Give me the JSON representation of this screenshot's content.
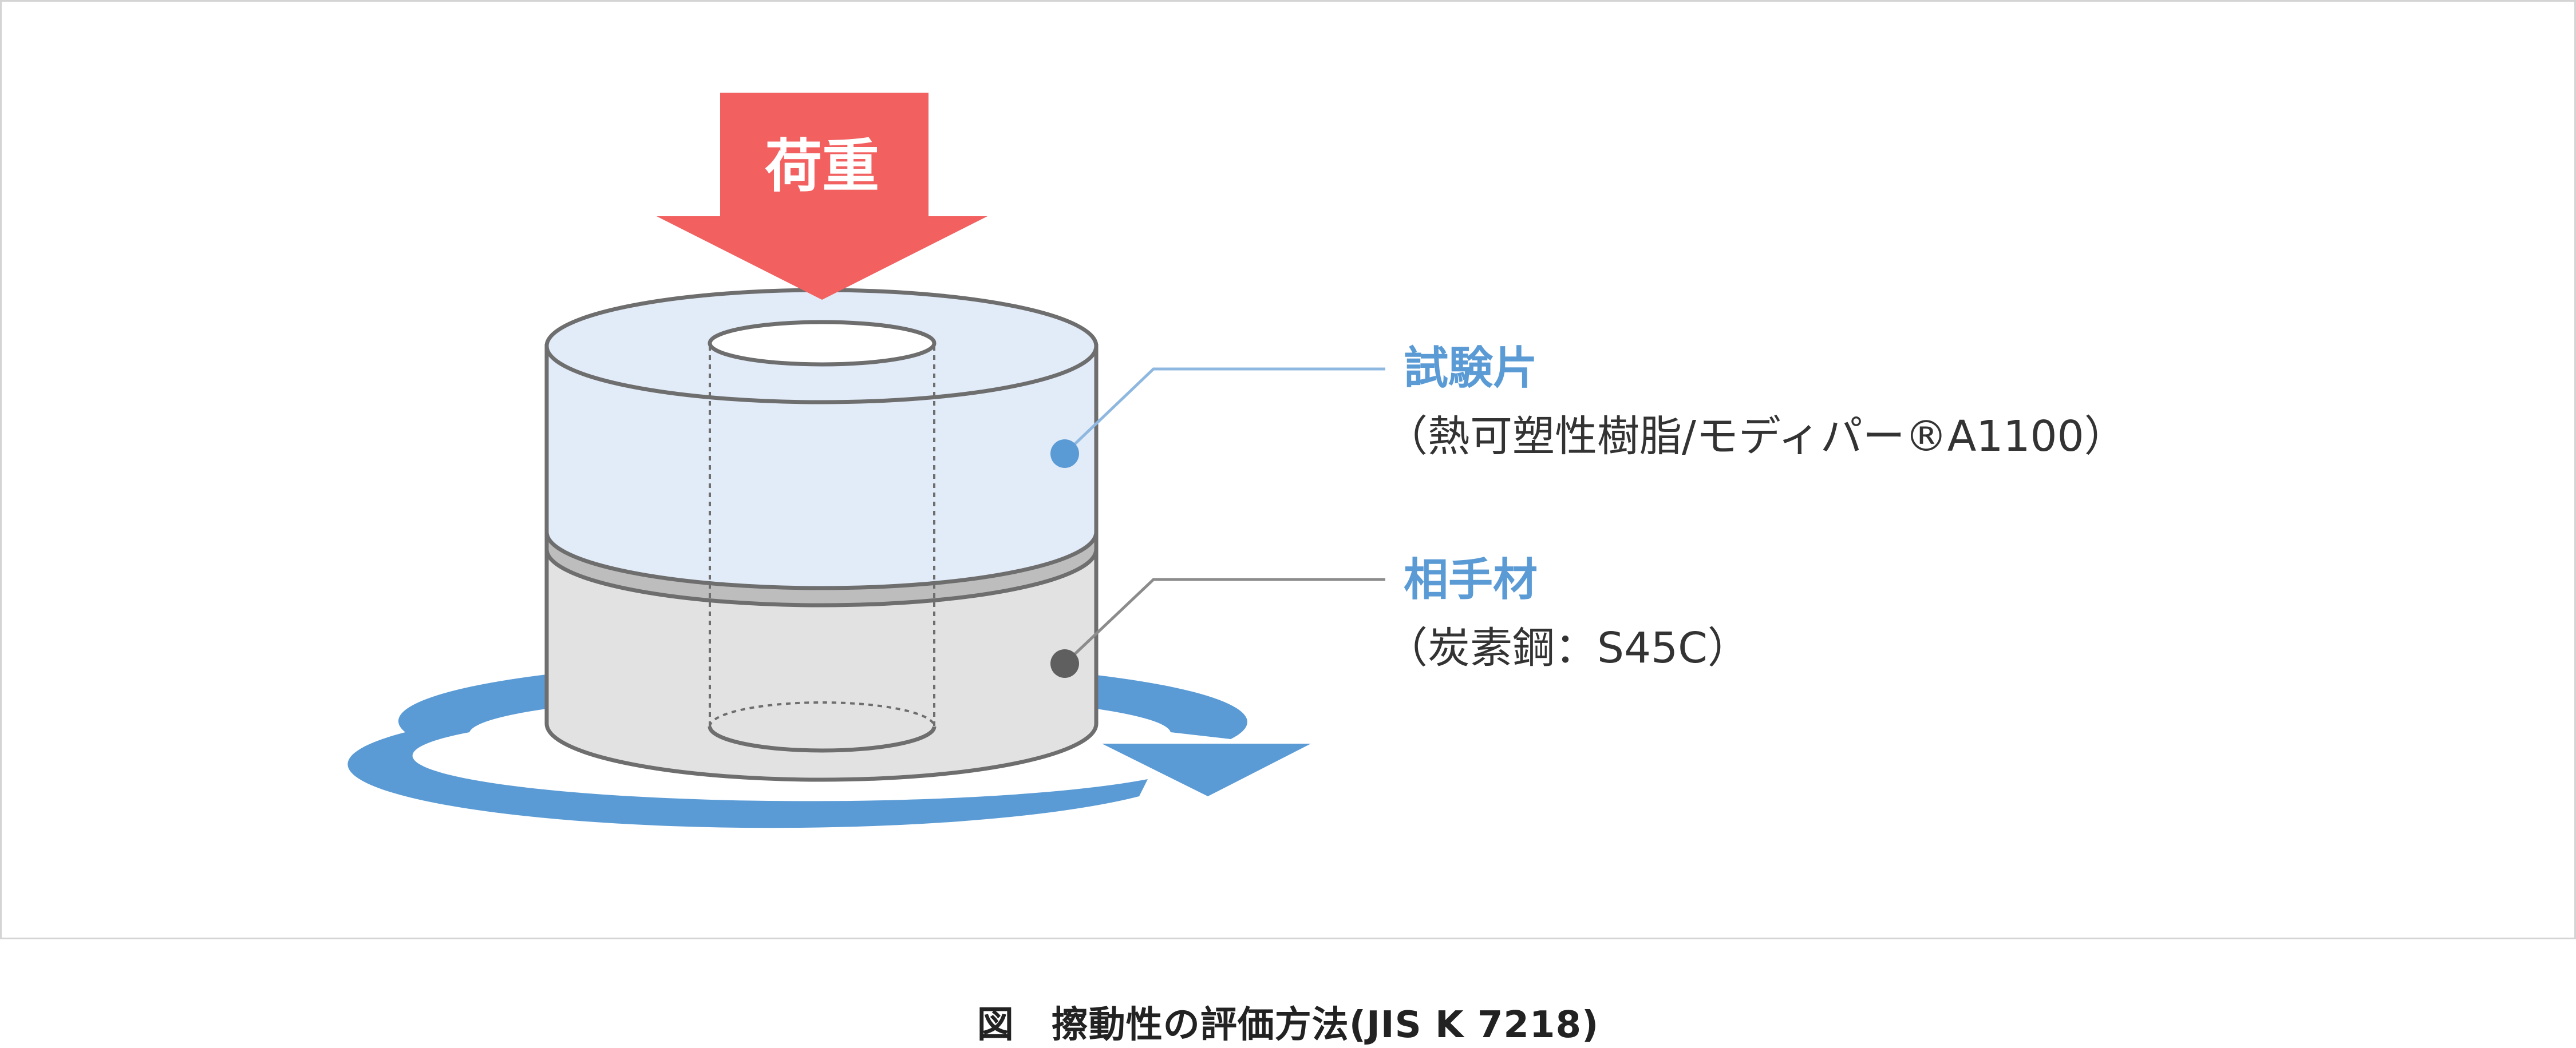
{
  "diagram": {
    "load_label": "荷重",
    "specimen": {
      "title": "試験片",
      "detail": "（熱可塑性樹脂/モディパー®A1100）"
    },
    "counterpart": {
      "title": "相手材",
      "detail": "（炭素鋼：S45C）"
    },
    "colors": {
      "load_arrow": "#f26060",
      "specimen_fill": "#e2ebf8",
      "counterpart_fill": "#e2e2e2",
      "rotation_arrow": "#5b9bd5",
      "label_accent": "#5b9bd5",
      "outline": "#6e6e6e"
    }
  },
  "caption": "図　擦動性の評価方法(JIS K 7218)"
}
